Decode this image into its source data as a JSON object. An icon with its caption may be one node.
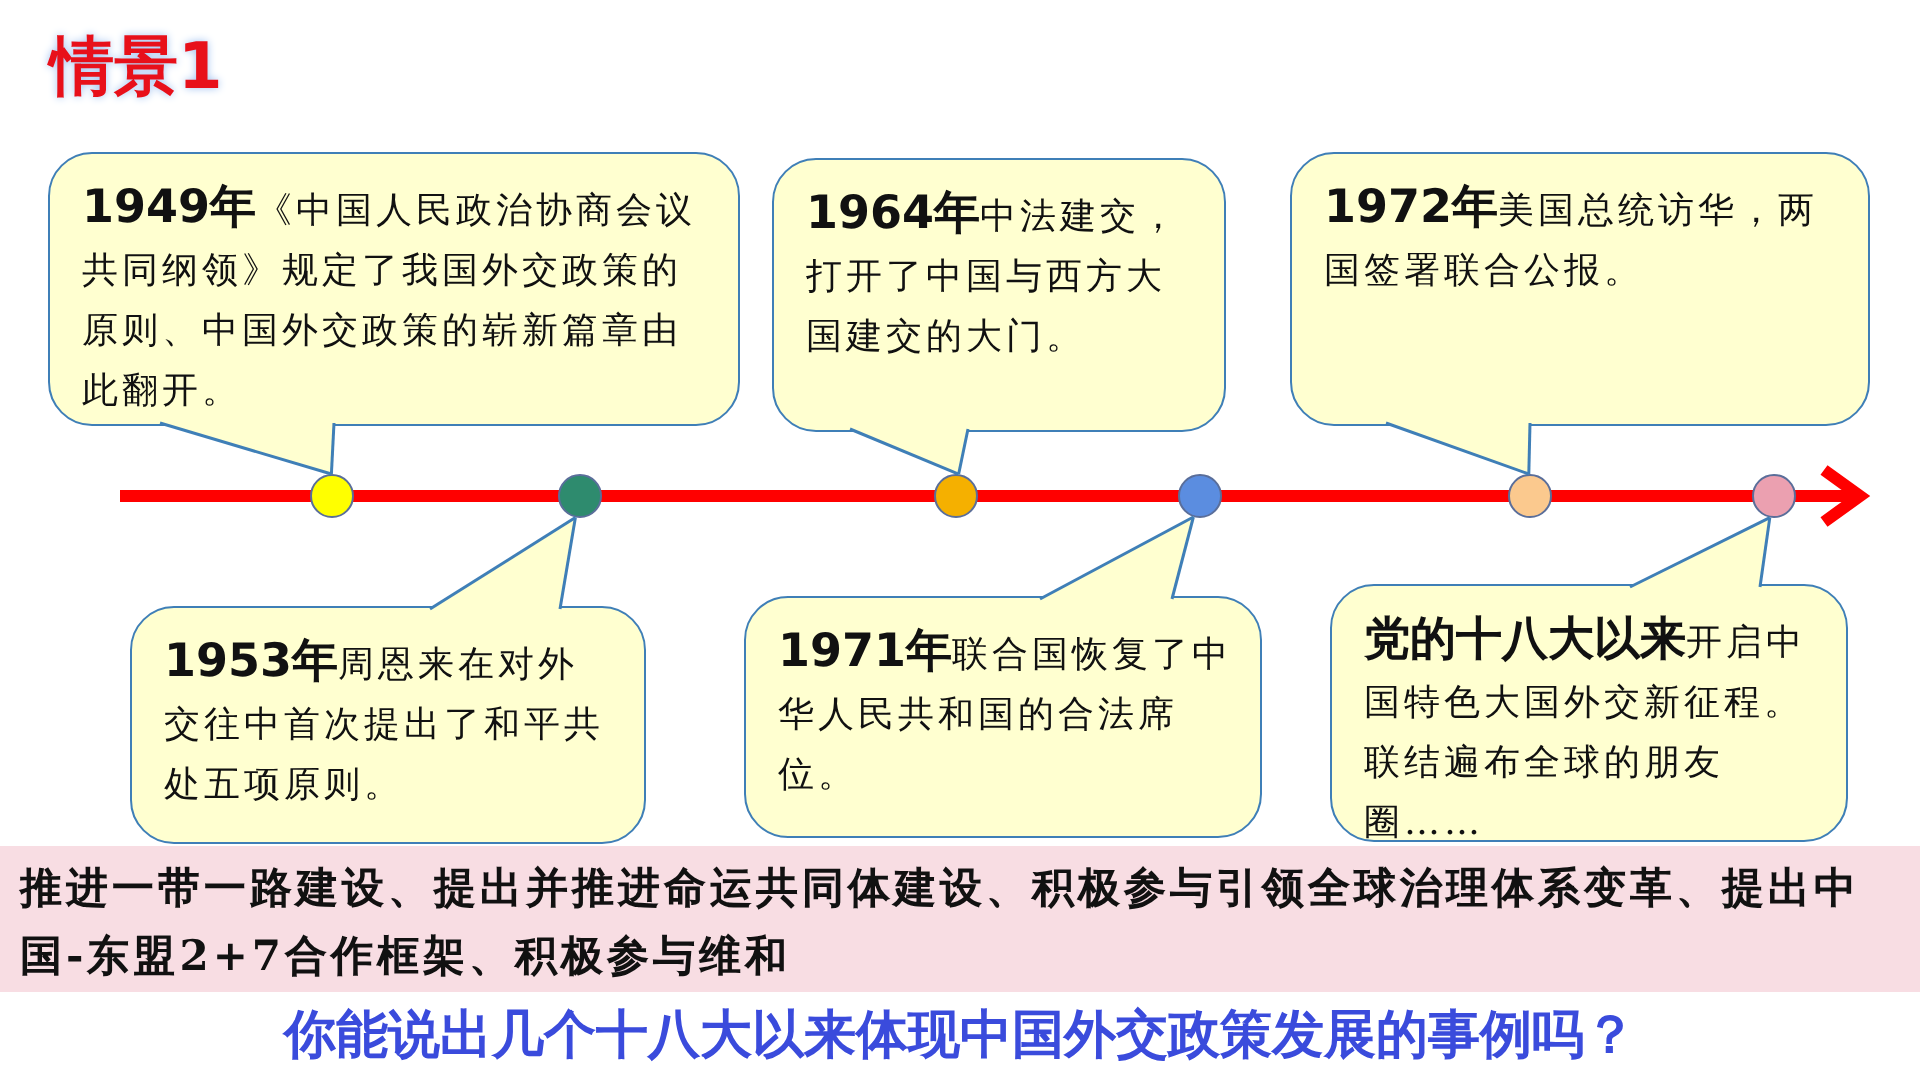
{
  "diagram": {
    "title": "情景1",
    "nodes": [
      {
        "text": [
          "**1949年**《中国人民政治协商会议共同纲领》规定了我国外交政策的原则、中国外交政策的崭新篇章由此翻开。"
        ]
      },
      {
        "text": [
          "**1964年**中法建交，打开了中国与西方大国建交的大门。"
        ]
      },
      {
        "text": [
          "**1972年**美国总统访华，两国签署联合公报。"
        ]
      },
      {
        "text": [],
        "shape": "circle"
      },
      {
        "text": [],
        "shape": "circle"
      },
      {
        "text": [],
        "shape": "circle"
      },
      {
        "text": [],
        "shape": "circle"
      },
      {
        "text": [],
        "shape": "circle"
      },
      {
        "text": [],
        "shape": "circle"
      },
      {
        "text": [
          "**1953年**周恩来在对外交往中首次提出了和平共处五项原则。"
        ]
      },
      {
        "text": [
          "**1971年**联合国恢复了中华人民共和国的合法席位。"
        ]
      },
      {
        "text": [
          "**党的十八大以来**开启中国特色大国外交新征程。联结遍布全球的朋友圈……"
        ]
      },
      {
        "text": [
          "推进一带一路建设、提出并推进命运共同体建设、积极参与引领全球治理体系变革、提出中国-东盟2+7合作框架、积极参与维和"
        ]
      }
    ],
    "edges": [
      {
        "from": 0,
        "to": 3,
        "arrow": "none"
      },
      {
        "from": 9,
        "to": 4,
        "arrow": "none"
      },
      {
        "from": 1,
        "to": 5,
        "arrow": "none"
      },
      {
        "from": 10,
        "to": 6,
        "arrow": "none"
      },
      {
        "from": 2,
        "to": 7,
        "arrow": "none"
      },
      {
        "from": 11,
        "to": 8,
        "arrow": "none"
      }
    ],
    "caption": "你能说出几个十八大以来体现中国外交政策发展的事例吗？"
  }
}
